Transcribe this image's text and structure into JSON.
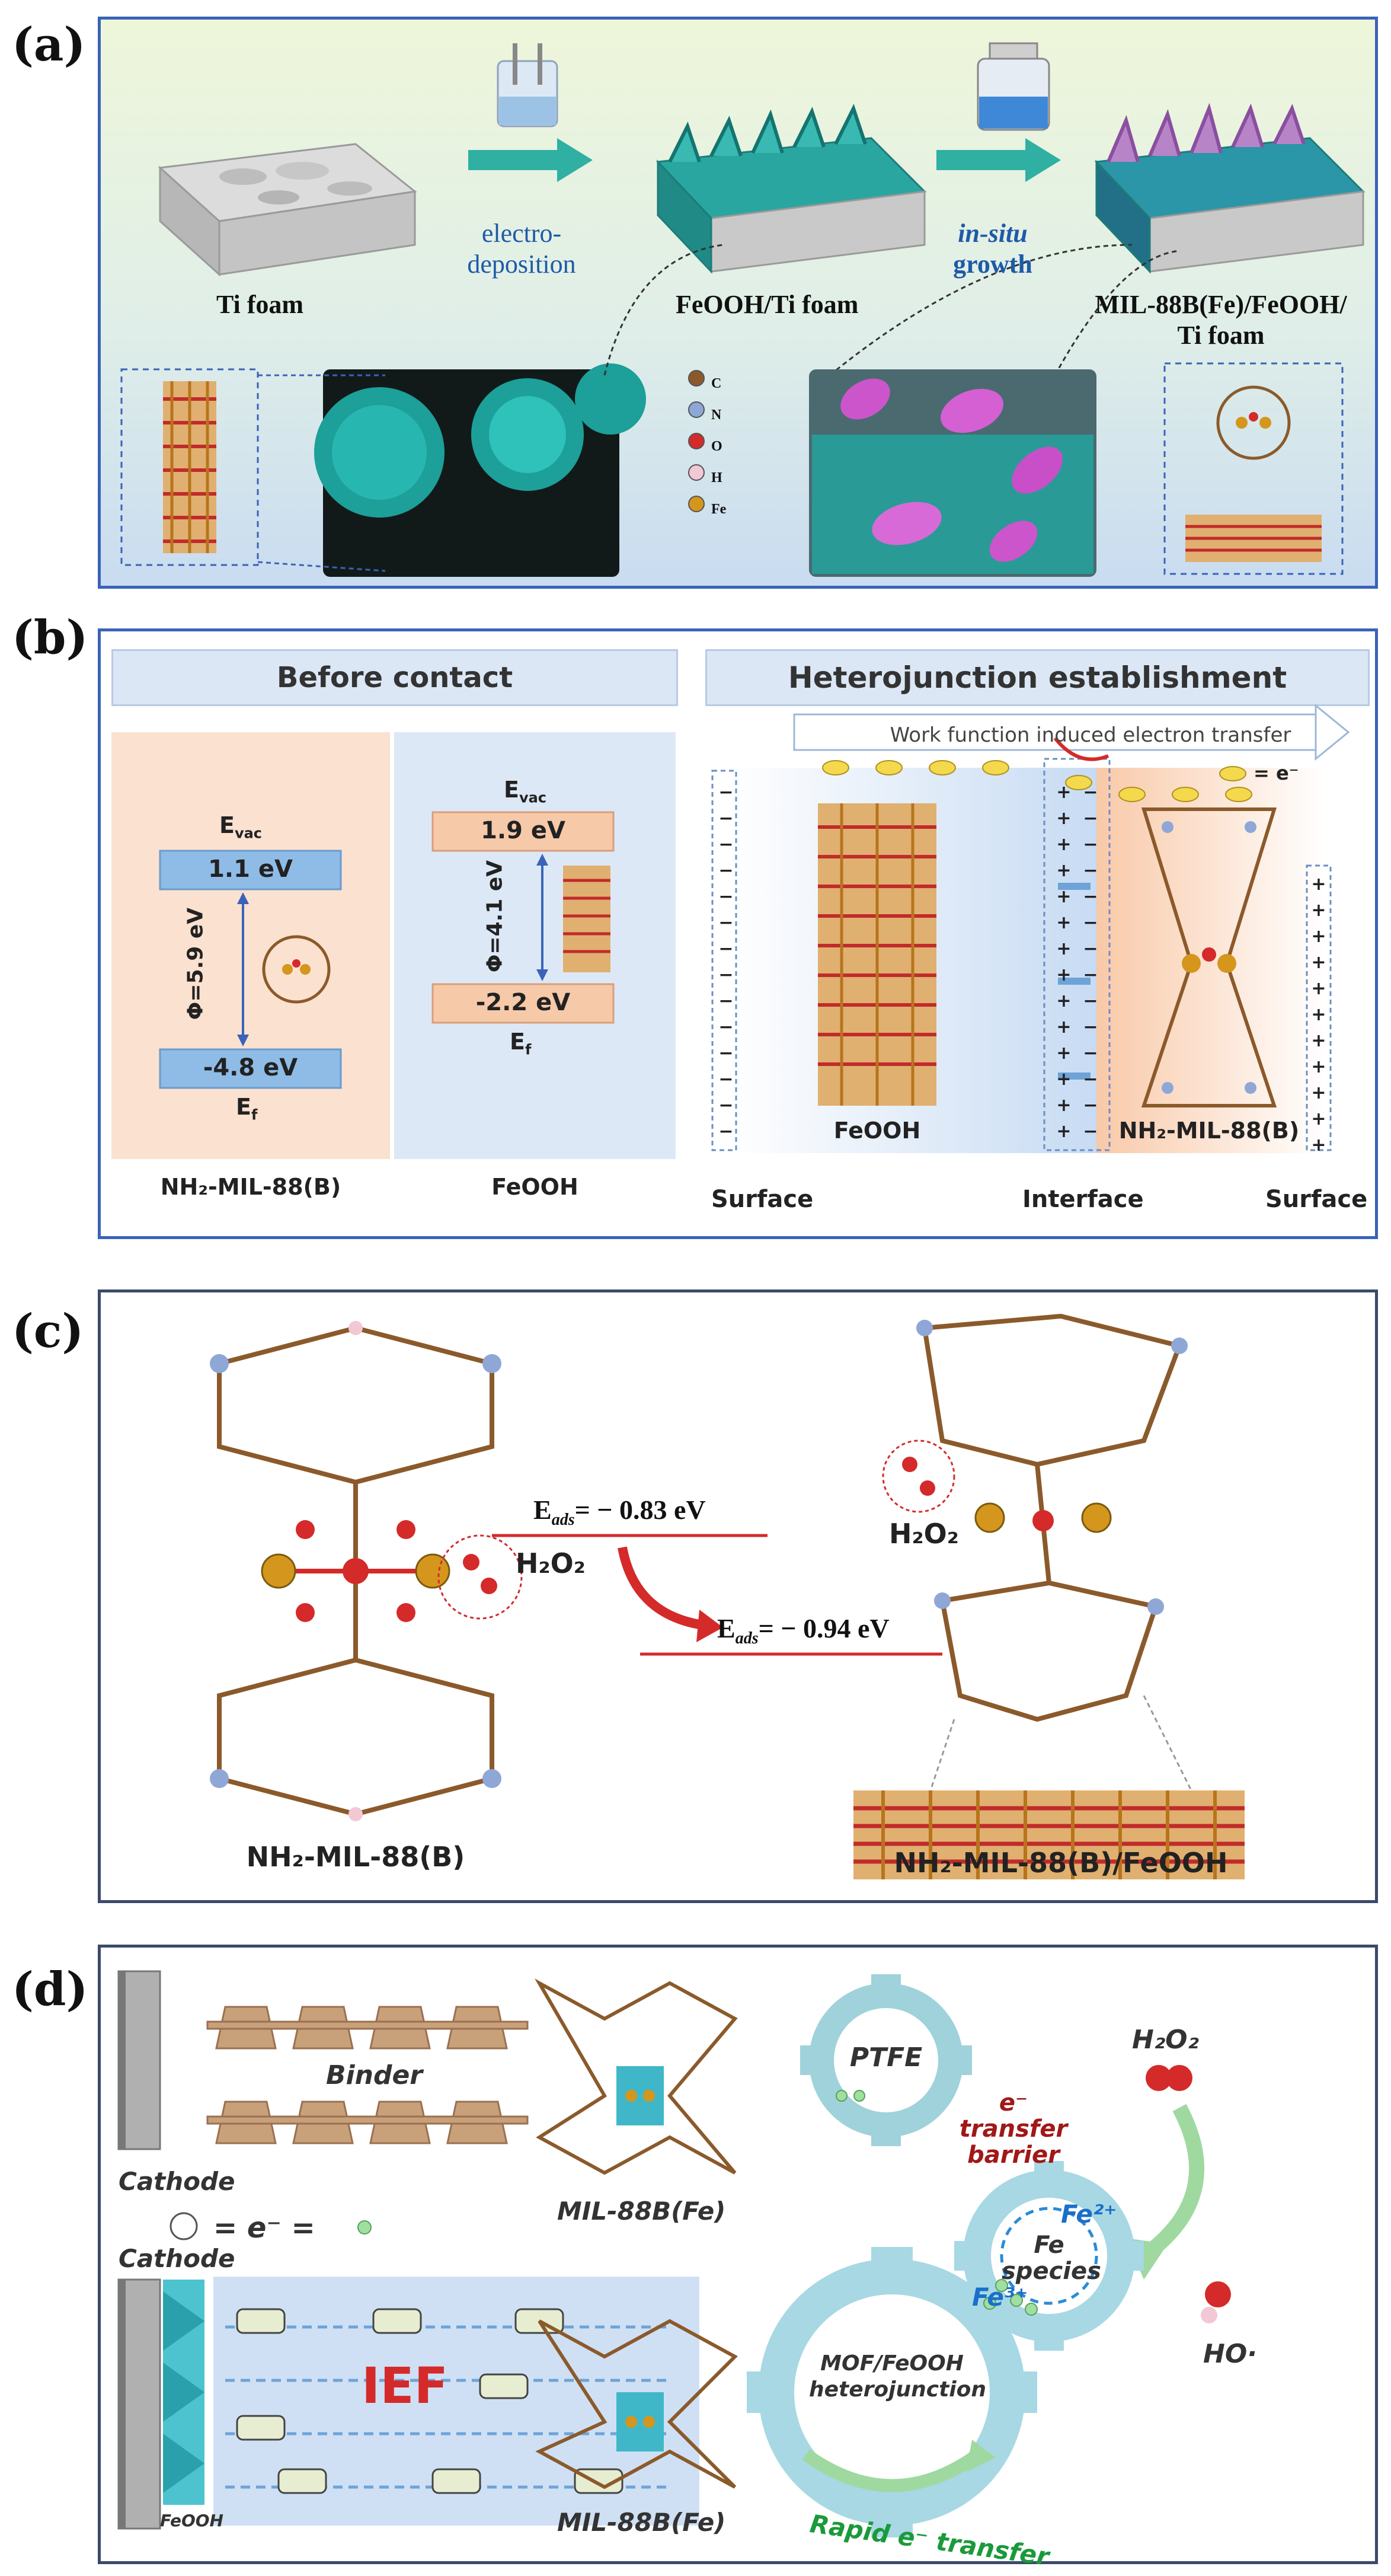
{
  "panel_labels": {
    "a": "(a)",
    "b": "(b)",
    "c": "(c)",
    "d": "(d)"
  },
  "panel_a": {
    "ti_foam": "Ti foam",
    "step1_line1": "electro-",
    "step1_line2": "deposition",
    "feooh_foam": "FeOOH/Ti foam",
    "step2_line1": "in-situ",
    "step2_line2": "growth",
    "mil_line1": "MIL-88B(Fe)/FeOOH/",
    "mil_line2": "Ti foam",
    "legend": [
      {
        "label": "C",
        "color": "#8B5A2B"
      },
      {
        "label": "N",
        "color": "#8EA7D6"
      },
      {
        "label": "O",
        "color": "#D42A2A"
      },
      {
        "label": "H",
        "color": "#F2C8D4"
      },
      {
        "label": "Fe",
        "color": "#D4961C"
      }
    ]
  },
  "panel_b": {
    "left_header": "Before contact",
    "right_header": "Heterojunction establishment",
    "arrow_text": "Work function induced electron transfer",
    "electron_legend": "= e⁻",
    "mof_evac": "E",
    "evac_sub": "vac",
    "mof_top": "1.1 eV",
    "mof_phi": "Φ=5.9 eV",
    "mof_bottom": "-4.8 eV",
    "ef_main": "E",
    "ef_sub": "f",
    "feooh_top": "1.9 eV",
    "feooh_phi": "Φ=4.1 eV",
    "feooh_bottom": "-2.2 eV",
    "mof_label": "NH₂-MIL-88(B)",
    "feooh_label": "FeOOH",
    "inner_feooh": "FeOOH",
    "inner_mof": "NH₂-MIL-88(B)",
    "surface_left": "Surface",
    "interface": "Interface",
    "surface_right": "Surface"
  },
  "panel_c": {
    "eads1_prefix": "E",
    "eads_sub": "ads",
    "eads1_value": "= − 0.83 eV",
    "eads2_value": "= − 0.94 eV",
    "h2o2_left": "H₂O₂",
    "h2o2_right": "H₂O₂",
    "left_label": "NH₂-MIL-88(B)",
    "right_label": "NH₂-MIL-88(B)/FeOOH"
  },
  "panel_d": {
    "binder": "Binder",
    "cathode_top": "Cathode",
    "mil_top": "MIL-88B(Fe)",
    "ptfe": "PTFE",
    "e_barrier_1": "e⁻",
    "e_barrier_2": "transfer",
    "e_barrier_3": "barrier",
    "h2o2": "H₂O₂",
    "equation": "= e⁻ =",
    "cathode_bottom": "Cathode",
    "fe2": "Fe²⁺",
    "fe_species_1": "Fe",
    "fe_species_2": "species",
    "fe3": "Fe³⁺",
    "ho": "HO·",
    "ief": "IEF",
    "mof_hetero_1": "MOF/FeOOH",
    "mof_hetero_2": "heterojunction",
    "feooh_small": "FeOOH",
    "mil_bottom": "MIL-88B(Fe)",
    "rapid": "Rapid e⁻ transfer"
  }
}
